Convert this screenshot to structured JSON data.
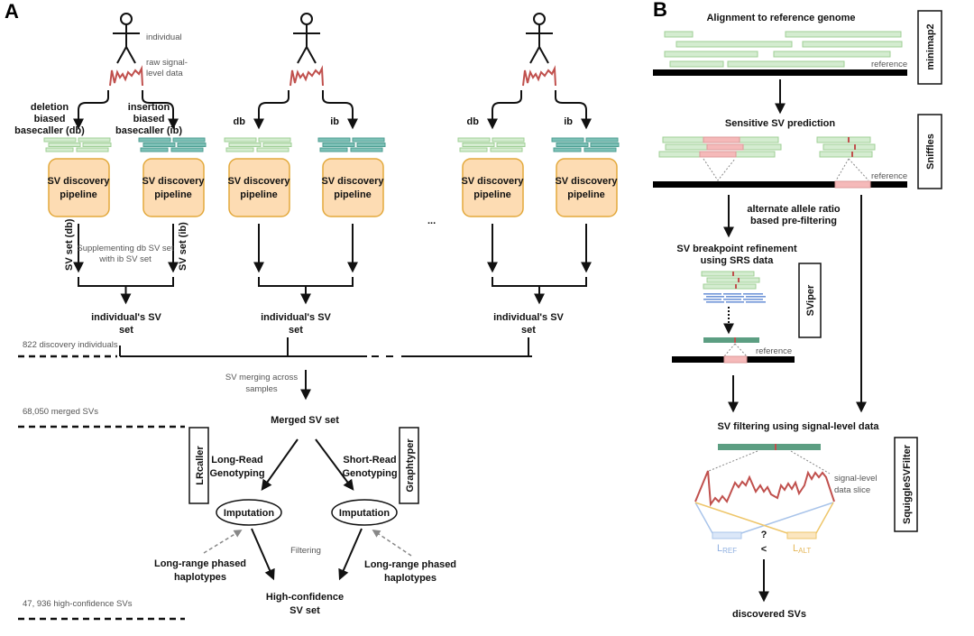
{
  "panel_a": {
    "label": "A",
    "individual": "individual",
    "raw_signal": [
      "raw signal-",
      "level data"
    ],
    "db_label": [
      "deletion",
      "biased",
      "basecaller (db)"
    ],
    "ib_label": [
      "insertion",
      "biased",
      "basecaller (ib)"
    ],
    "db_short": "db",
    "ib_short": "ib",
    "pipeline": [
      "SV discovery",
      "pipeline"
    ],
    "sv_set_db": "SV set (db)",
    "sv_set_ib": "SV set (ib)",
    "supplementing": [
      "Supplementing db SV set",
      "with ib SV set"
    ],
    "ellipsis": "...",
    "individual_set": [
      "individual's SV",
      "set"
    ],
    "discovery_count": "822 discovery individuals",
    "merging": [
      "SV merging across",
      "samples"
    ],
    "merged_count": "68,050 merged SVs",
    "merged_set": "Merged SV set",
    "lrcaller": "LRcaller",
    "graphtyper": "Graphtyper",
    "long_read": [
      "Long-Read",
      "Genotyping"
    ],
    "short_read": [
      "Short-Read",
      "Genotyping"
    ],
    "imputation": "Imputation",
    "filtering": "Filtering",
    "haplotypes": [
      "Long-range phased",
      "haplotypes"
    ],
    "high_conf_set": [
      "High-confidence",
      "SV set"
    ],
    "high_conf_count": "47, 936 high-confidence SVs"
  },
  "panel_b": {
    "label": "B",
    "alignment_title": "Alignment to reference genome",
    "reference": "reference",
    "minimap2": "minimap2",
    "prediction_title": "Sensitive SV prediction",
    "sniffles": "Sniffles",
    "prefilter": [
      "alternate allele ratio",
      "based pre-filtering"
    ],
    "refinement": [
      "SV breakpoint refinement",
      "using SRS data"
    ],
    "sviper": "SViper",
    "filtering_title": "SV filtering using signal-level data",
    "squigglesvfilter": "SquiggleSVFilter",
    "signal_slice": [
      "signal-level",
      "data slice"
    ],
    "l_ref": "L",
    "l_ref_sub": "REF",
    "l_alt": "L",
    "l_alt_sub": "ALT",
    "compare": "<",
    "question": "?",
    "discovered": "discovered SVs"
  },
  "colors": {
    "db_reads": "#d4ecd0",
    "ib_reads": "#7cc0b6",
    "pipeline_box": "#fddcb3",
    "signal": "#c0504d",
    "sv_highlight": "#f5b9b9",
    "srs_reads": "#7196d8",
    "ref_model": "#a9c4ea",
    "alt_model": "#eec66a"
  }
}
